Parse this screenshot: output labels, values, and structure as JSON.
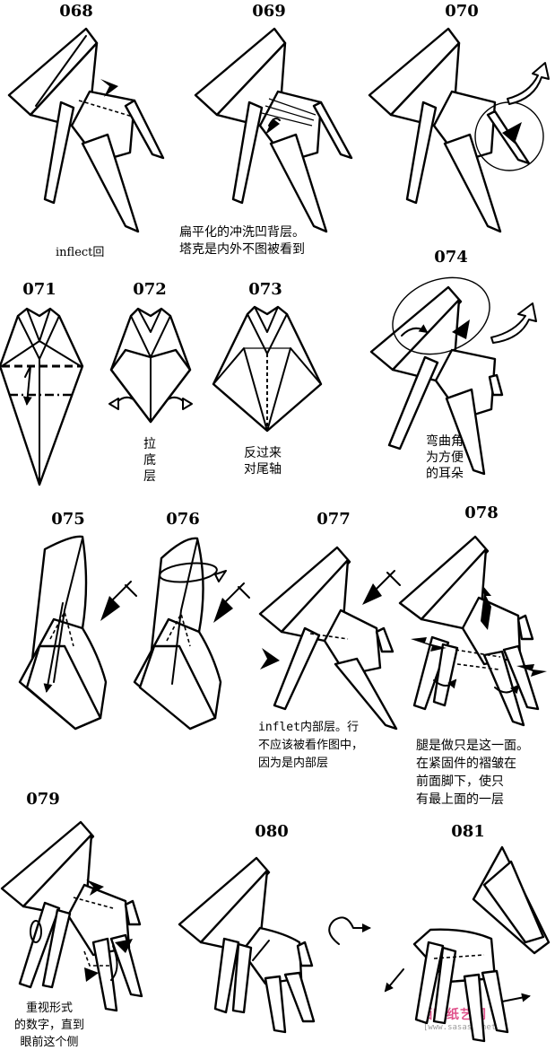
{
  "steps": [
    {
      "id": "068",
      "note": "inflect回"
    },
    {
      "id": "069",
      "note": "扁平化的冲洗凹背层。\n塔克是内外不图被看到"
    },
    {
      "id": "070",
      "note": ""
    },
    {
      "id": "071",
      "note": ""
    },
    {
      "id": "072",
      "note": "拉\n底\n层"
    },
    {
      "id": "073",
      "note": "反过来\n  对尾轴"
    },
    {
      "id": "074",
      "note": "弯曲角\n为方便\n的耳朵"
    },
    {
      "id": "075",
      "note": ""
    },
    {
      "id": "076",
      "note": ""
    },
    {
      "id": "077",
      "note": "inflet内部层。行\n不应该被看作图中，\n因为是内部层"
    },
    {
      "id": "078",
      "note": "腿是做只是这一面。\n在紧固件的褶皱在\n前面脚下，使只\n有最上面的一层"
    },
    {
      "id": "079",
      "note": "重视形式\n的数字，直到\n眼前这个侧"
    },
    {
      "id": "080",
      "note": ""
    },
    {
      "id": "081",
      "note": ""
    }
  ],
  "watermark": {
    "text": "晒晒纸艺网",
    "url": "[www.sasasy.net]"
  },
  "icons": {
    "valley_arrow": "valley-fold-arrow-icon",
    "push_arrow": "push-arrow-icon",
    "rotate_arrow": "rotate-arrow-icon",
    "cut_mark": "inside-reverse-fold-arrow-icon",
    "curl_arrow": "turn-over-arrow-icon"
  }
}
